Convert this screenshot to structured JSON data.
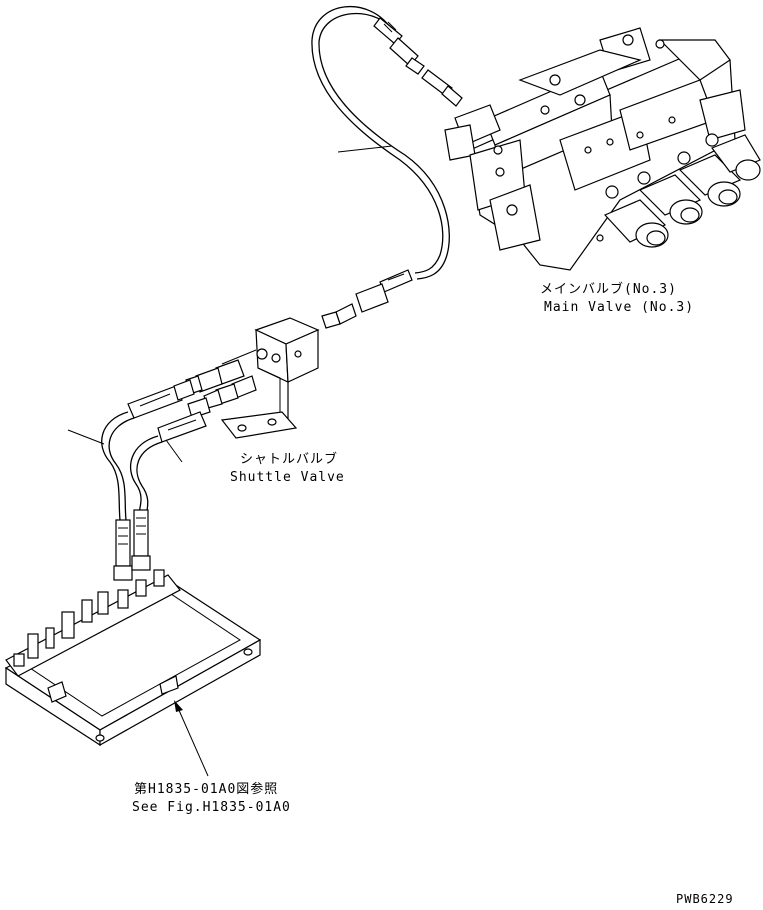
{
  "labels": {
    "main_valve_jp": "メインバルブ(No.3)",
    "main_valve_en": "Main Valve (No.3)",
    "shuttle_valve_jp": "シャトルバルブ",
    "shuttle_valve_en": "Shuttle Valve",
    "see_fig_jp": "第H1835-01A0図参照",
    "see_fig_en": "See Fig.H1835-01A0",
    "drawing_code": "PWB6229"
  }
}
